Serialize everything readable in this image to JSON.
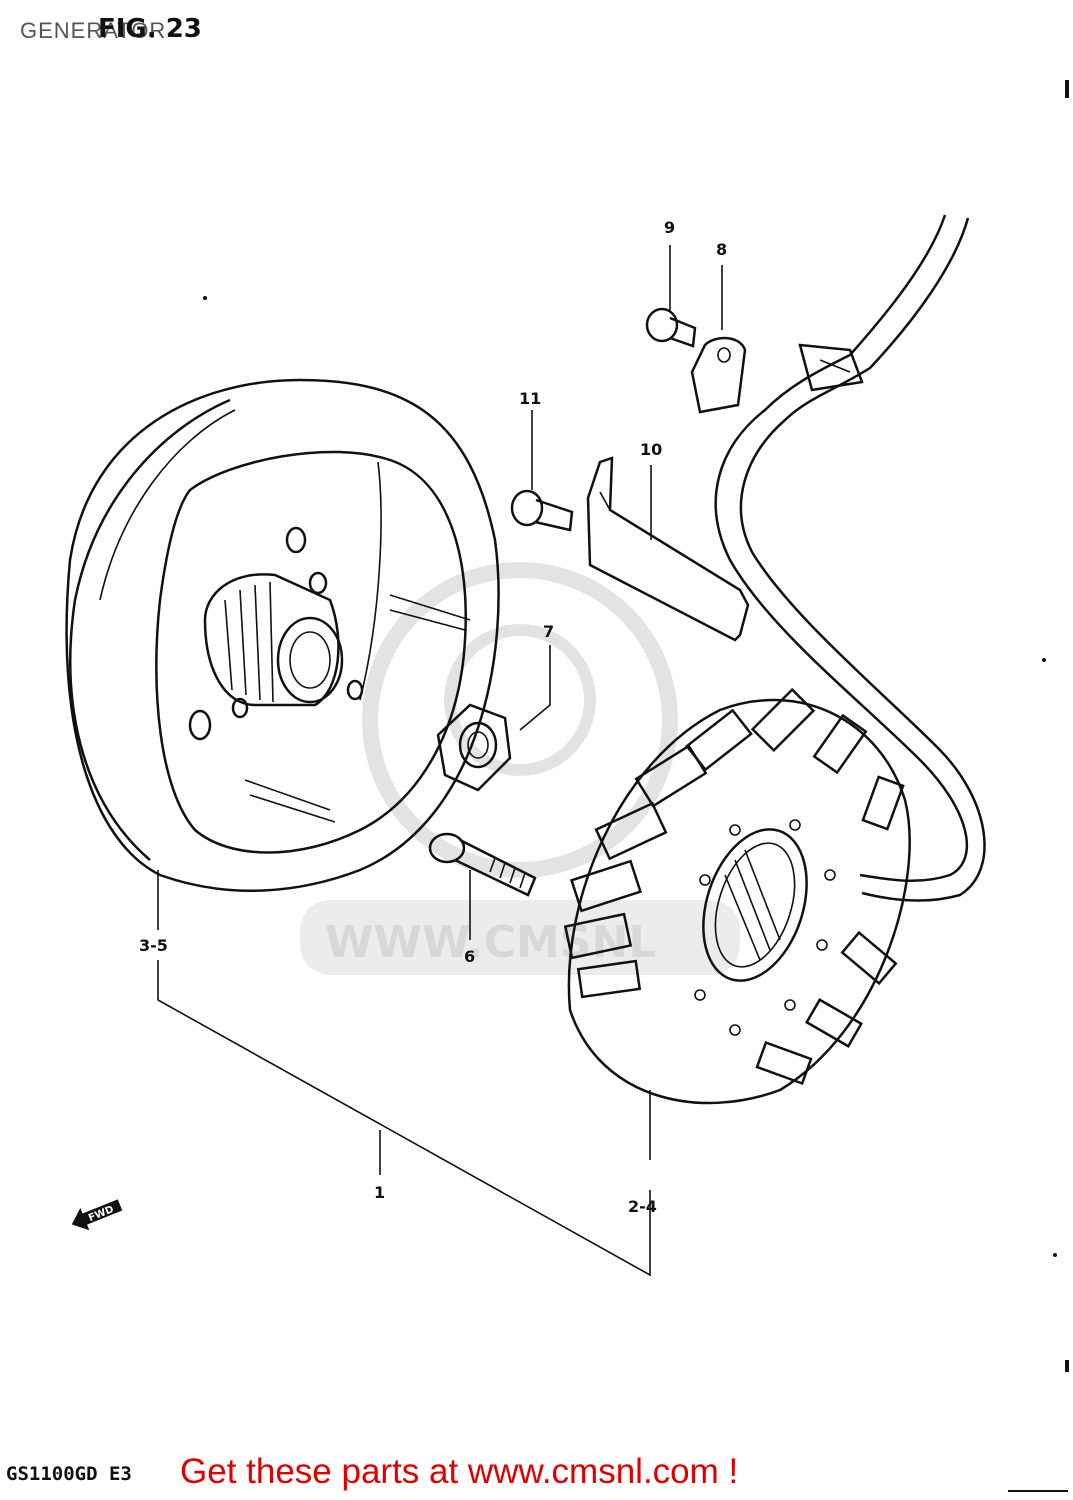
{
  "page": {
    "title": "GENERATOR",
    "figure": "FIG. 23",
    "model_code": "GS1100GD E3",
    "call_to_action": "Get these parts at www.cmsnl.com !"
  },
  "watermark": {
    "text": "WWW.CMSNL"
  },
  "direction_arrow": {
    "label": "FWD"
  },
  "callouts": [
    {
      "id": "c1",
      "text": "1"
    },
    {
      "id": "c24",
      "text": "2-4"
    },
    {
      "id": "c35",
      "text": "3-5"
    },
    {
      "id": "c6",
      "text": "6"
    },
    {
      "id": "c7",
      "text": "7"
    },
    {
      "id": "c8",
      "text": "8"
    },
    {
      "id": "c9",
      "text": "9"
    },
    {
      "id": "c10",
      "text": "10"
    },
    {
      "id": "c11",
      "text": "11"
    }
  ],
  "colors": {
    "ink": "#111111",
    "cta": "#e00000",
    "watermark": "#d8d8d8"
  }
}
